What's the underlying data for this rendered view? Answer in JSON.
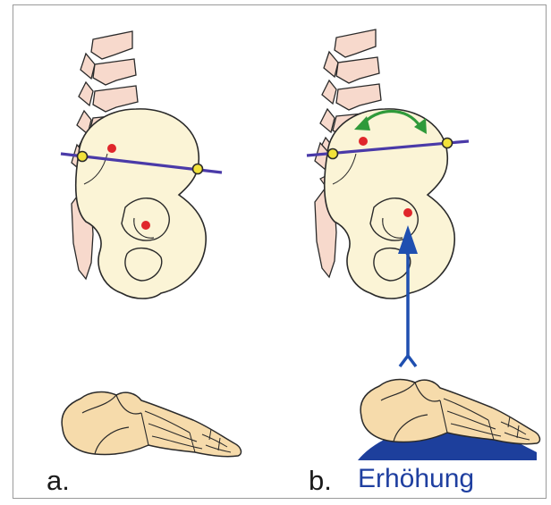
{
  "panels": [
    {
      "label": "a."
    },
    {
      "label": "b.",
      "annotation": "Erhöhung"
    }
  ],
  "colors": {
    "bone_fill": "#fbf4d6",
    "vertebra_fill": "#f7d9cc",
    "foot_fill": "#f6dbab",
    "outline": "#2a2a2a",
    "pelvic_line": "#4a3aa8",
    "arrow_blue": "#1f4fb0",
    "rotation_arrow": "#2f9a3a",
    "marker_red": "#e0262b",
    "joint_yellow": "#f2e23a",
    "insole_blue": "#1d3f9c"
  },
  "icons": {
    "rotation": "curved-double-arrow-icon",
    "lift_arrow": "up-arrow-icon"
  }
}
